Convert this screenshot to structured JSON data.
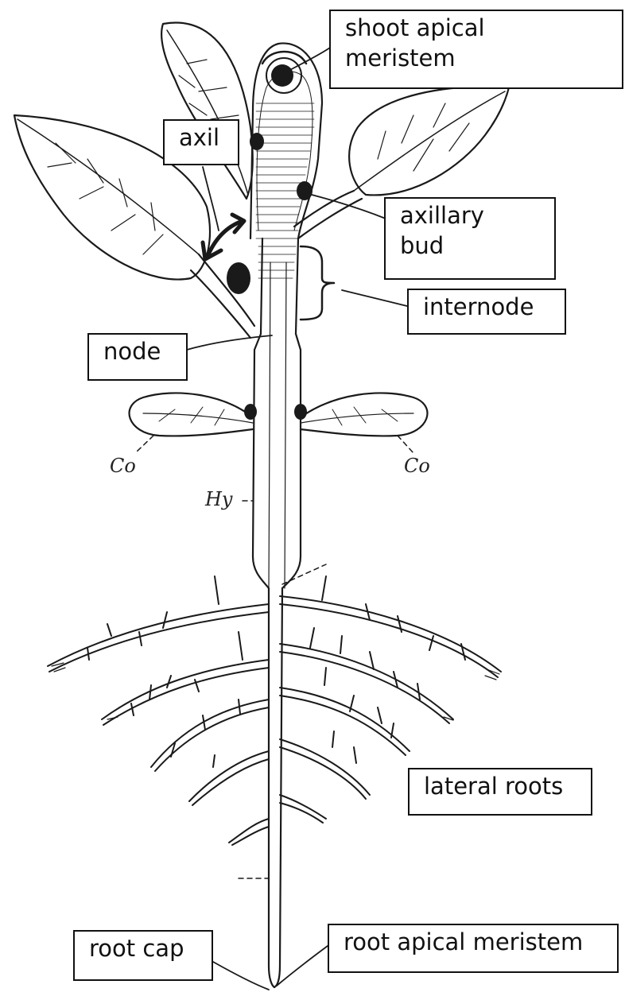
{
  "labels": {
    "shoot_apical_meristem": "shoot apical\nmeristem",
    "axil": "axil",
    "axillary_bud": "axillary\nbud",
    "internode": "internode",
    "node": "node",
    "lateral_roots": "lateral roots",
    "root_cap": "root cap",
    "root_apical_meristem": "root apical meristem"
  },
  "annotations": {
    "cotyledon_left": "Co",
    "cotyledon_right": "Co",
    "hypocotyl": "Hy"
  },
  "colors": {
    "line": "#1a1a1a",
    "background": "#ffffff"
  }
}
